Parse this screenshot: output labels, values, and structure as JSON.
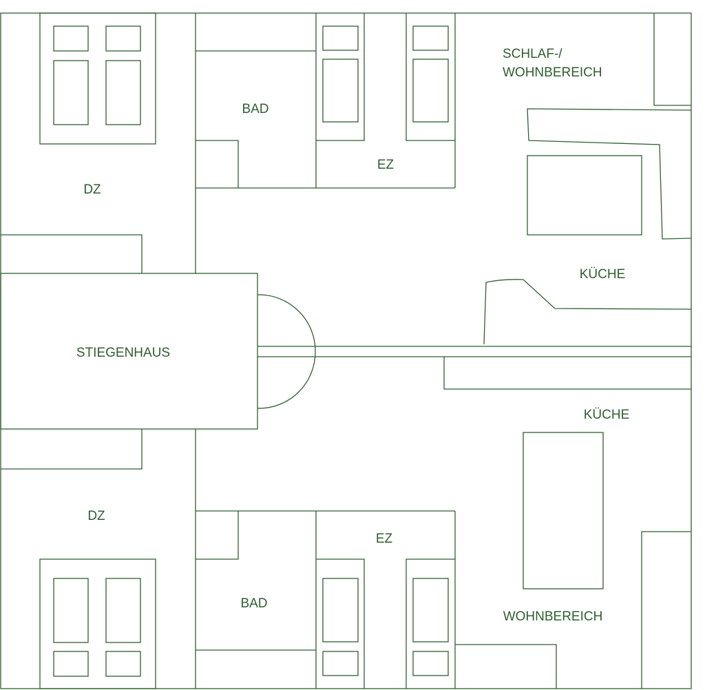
{
  "colors": {
    "line": "#2f5e2f",
    "text": "#2f5e2f",
    "background": "#ffffff"
  },
  "rooms": {
    "dz_top": "DZ",
    "bad_top": "BAD",
    "ez_top": "EZ",
    "schlaf_line1": "SCHLAF-/",
    "schlaf_line2": "WOHNBEREICH",
    "kueche_top": "KÜCHE",
    "stiegenhaus": "STIEGENHAUS",
    "kueche_bottom": "KÜCHE",
    "dz_bottom": "DZ",
    "ez_bottom": "EZ",
    "bad_bottom": "BAD",
    "wohnbereich_bottom": "WOHNBEREICH"
  }
}
